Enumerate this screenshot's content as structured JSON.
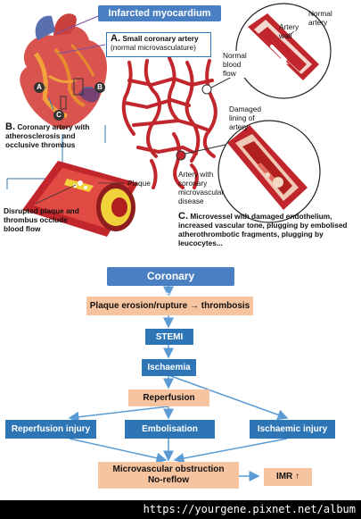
{
  "top": {
    "title": "Infarcted myocardium",
    "label_a_letter": "A.",
    "label_a_line1": "Small coronary artery",
    "label_a_line2": "(normal microvasculature)",
    "label_b_letter": "B.",
    "label_b_text": "Coronary artery with atherosclerosis and occlusive thrombus",
    "marker_a": "A",
    "marker_b": "B",
    "marker_c": "C",
    "normal_artery": "Normal artery",
    "artery_wall": "Artery wall",
    "normal_blood_flow": "Normal blood flow",
    "damaged_lining": "Damaged lining of artery",
    "artery_with_disease": "Artery with coronary microvascular disease",
    "plaque": "Plaque",
    "disrupted_plaque": "Disrupted plaque and thrombus occlude blood flow",
    "label_c_letter": "C.",
    "label_c_text": "Microvessel with damaged endothelium, increased vascular tone, plugging by embolised atherothrombotic fragments, plugging by leucocytes..."
  },
  "flow": {
    "title": "Coronary atherosclerosis",
    "plaque_erosion": "Plaque erosion/rupture → thrombosis",
    "stemi": "STEMI",
    "ischaemia": "Ischaemia",
    "reperfusion": "Reperfusion",
    "reperfusion_injury": "Reperfusion injury",
    "embolisation": "Embolisation",
    "ischaemic_injury": "Ischaemic injury",
    "mvo_line1": "Microvascular obstruction",
    "mvo_line2": "No-reflow",
    "imr": "IMR ↑"
  },
  "watermark": "https://yourgene.pixnet.net/album",
  "colors": {
    "accent_blue": "#4a7fc1",
    "flow_blue": "#2e75b6",
    "peach": "#f7c4a0",
    "artery_red": "#c0262b"
  }
}
